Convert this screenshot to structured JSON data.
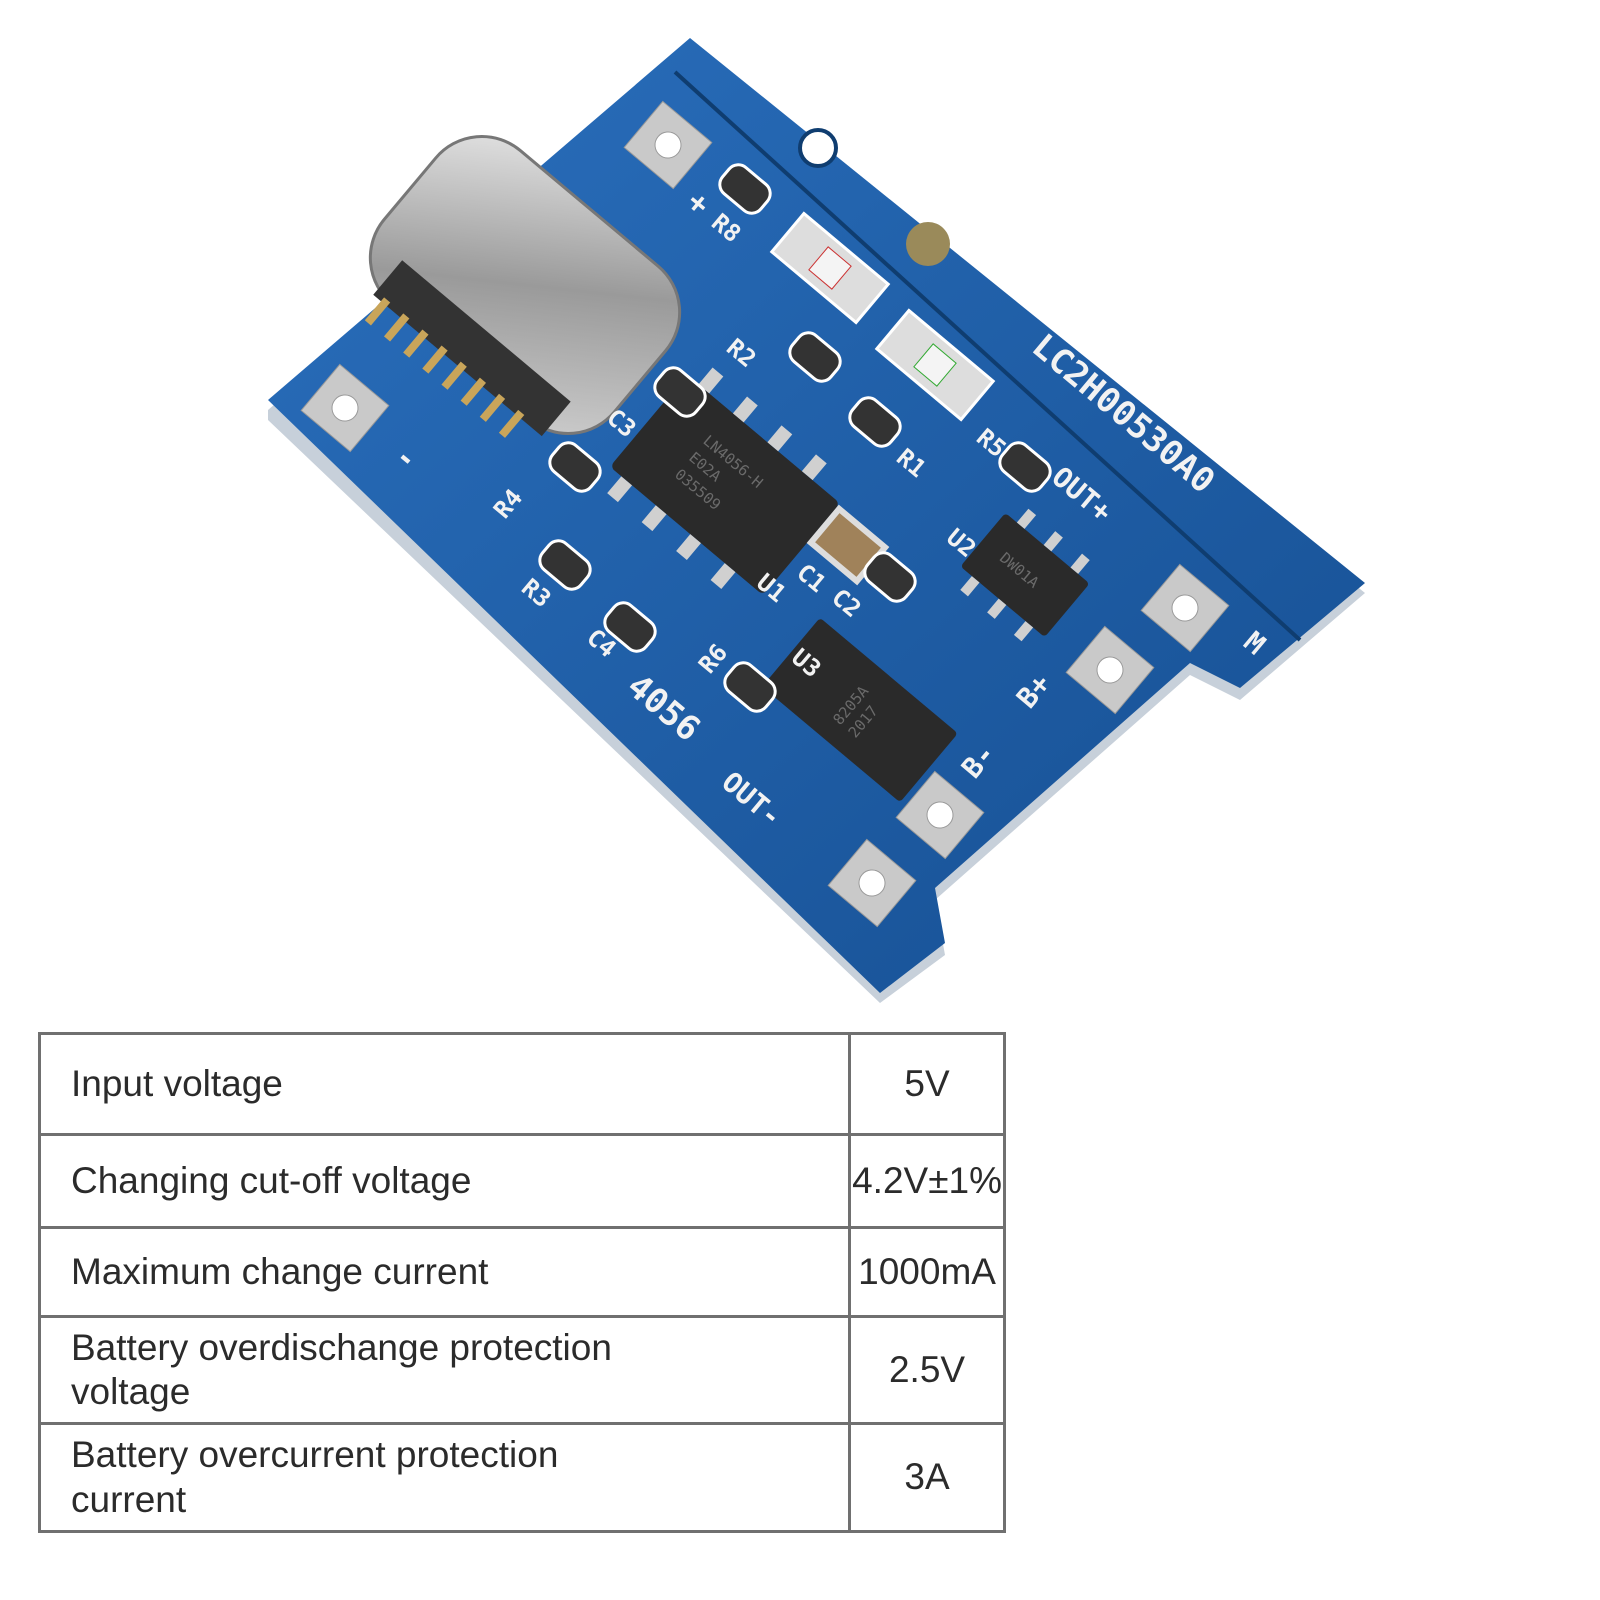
{
  "board": {
    "colors": {
      "pcb": "#1d5fa8",
      "pcb_dark": "#134a88",
      "silkscreen": "#f2f2f2",
      "pad": "#c9c9c9",
      "chip": "#2a2a2a"
    },
    "board_code": "LC2H00530A0",
    "model": "4056",
    "main_chip": [
      "LN4056-H",
      "E02A",
      "035509"
    ],
    "protection_chip": "DW01A",
    "mosfet_chip": [
      "8205A",
      "2017"
    ],
    "labels": {
      "plus": "+",
      "minus": "-",
      "out_plus": "OUT+",
      "out_minus": "OUT-",
      "b_plus": "B+",
      "b_minus": "B-",
      "m": "M",
      "r1": "R1",
      "r2": "R2",
      "r3": "R3",
      "r4": "R4",
      "r5": "R5",
      "r6": "R6",
      "r8": "R8",
      "c1": "C1",
      "c2": "C2",
      "c3": "C3",
      "c4": "C4",
      "u1": "U1",
      "u2": "U2",
      "u3": "U3"
    }
  },
  "specs": [
    {
      "label": "Input voltage",
      "value": "5V"
    },
    {
      "label": "Changing cut-off voltage",
      "value": "4.2V±1%"
    },
    {
      "label": "Maximum change current",
      "value": "1000mA"
    },
    {
      "label": "Battery overdischange protection voltage",
      "value": "2.5V"
    },
    {
      "label": "Battery overcurrent protection current",
      "value": "3A"
    }
  ]
}
